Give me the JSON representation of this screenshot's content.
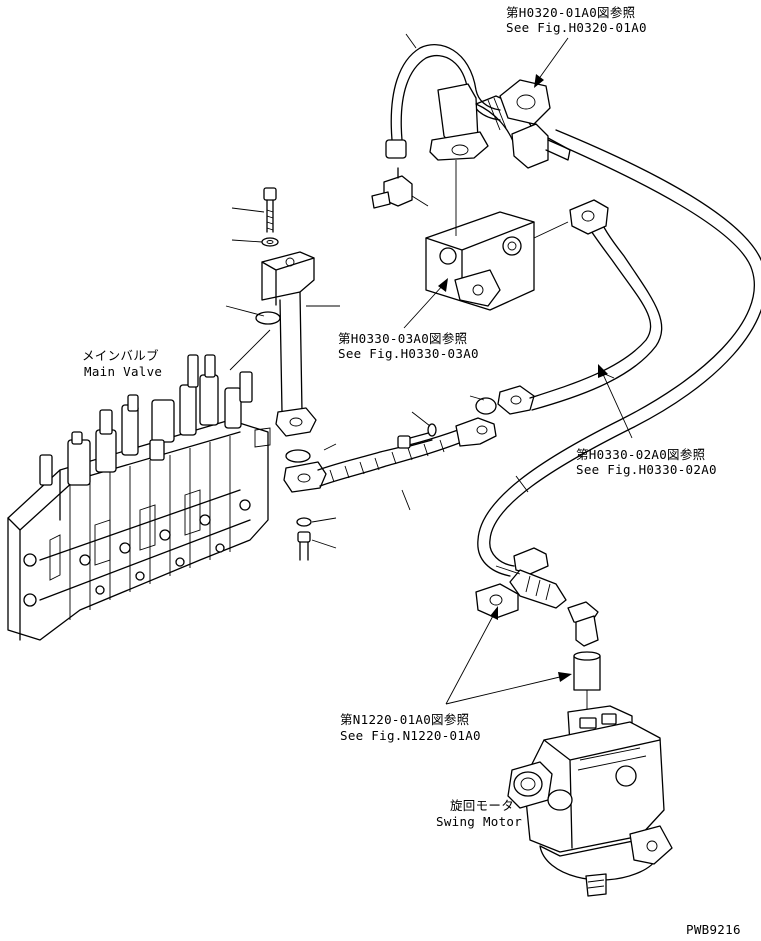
{
  "labels": {
    "ref_h0320_jp": "第H0320-01A0図参照",
    "ref_h0320_en": "See Fig.H0320-01A0",
    "ref_h0330_03_jp": "第H0330-03A0図参照",
    "ref_h0330_03_en": "See Fig.H0330-03A0",
    "ref_h0330_02_jp": "第H0330-02A0図参照",
    "ref_h0330_02_en": "See Fig.H0330-02A0",
    "ref_n1220_jp": "第N1220-01A0図参照",
    "ref_n1220_en": "See Fig.N1220-01A0",
    "main_valve_jp": "メインバルブ",
    "main_valve_en": "Main Valve",
    "swing_motor_jp": "旋回モータ",
    "swing_motor_en": "Swing Motor",
    "drawing_number": "PWB9216"
  },
  "icons": {
    "arrow": "arrow-icon",
    "main_valve": "main-valve-icon",
    "swing_motor": "swing-motor-icon"
  }
}
